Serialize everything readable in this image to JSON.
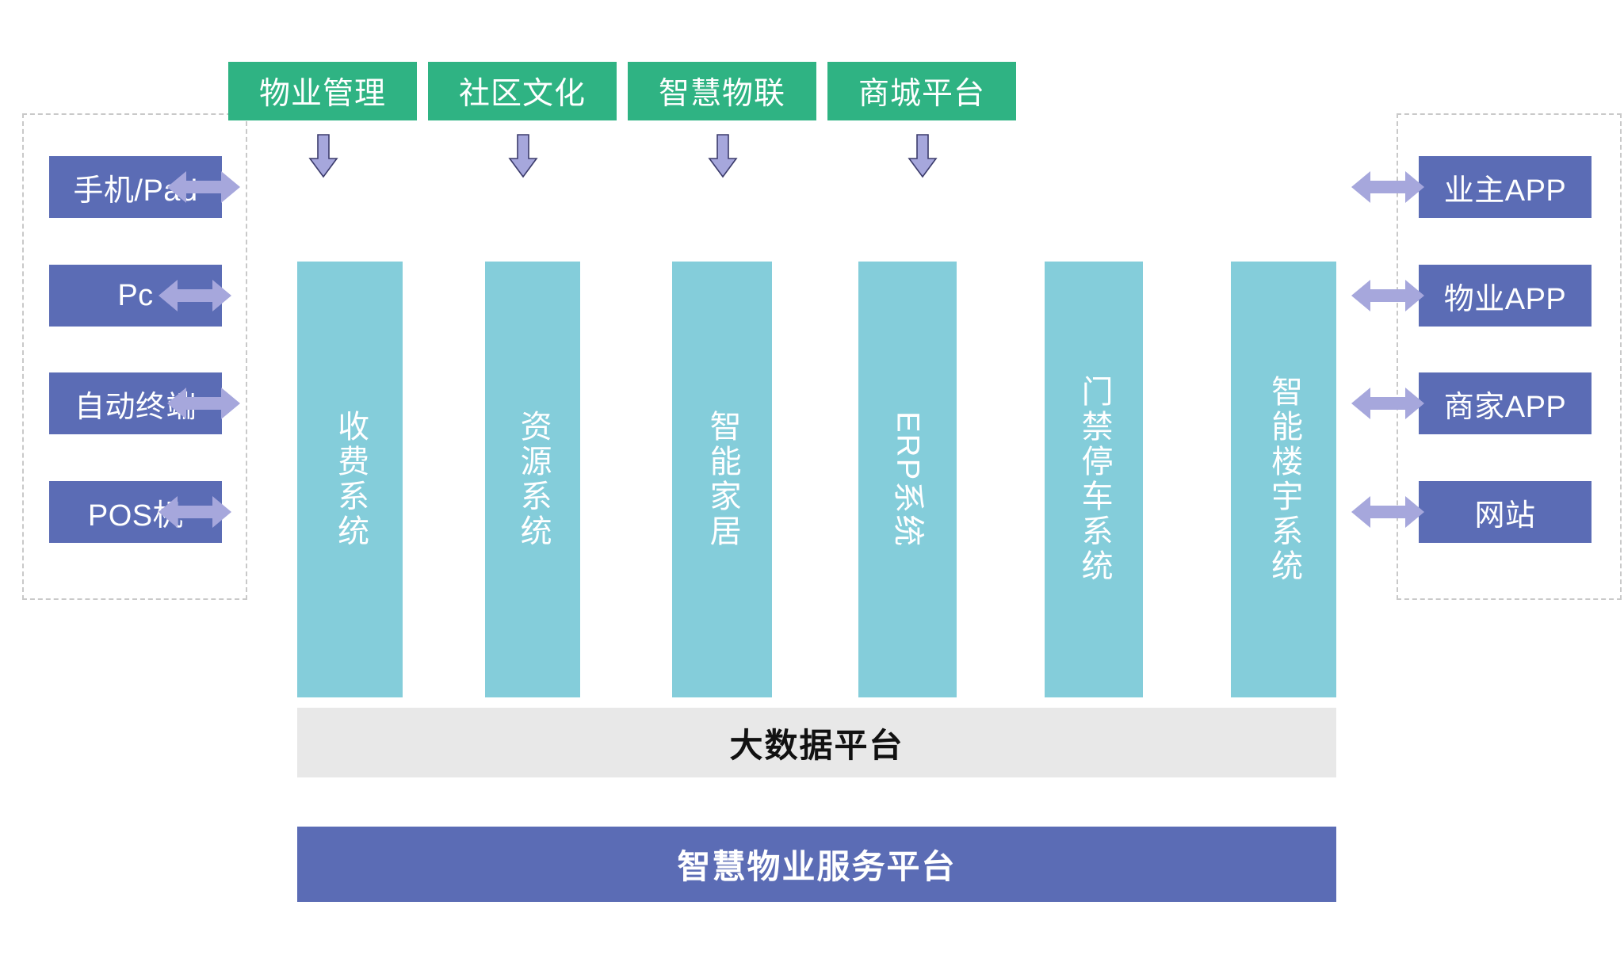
{
  "diagram": {
    "title_bottom": "智慧物业服务平台",
    "data_platform": "大数据平台",
    "colors": {
      "green": "#2fb383",
      "blue": "#5b6cb5",
      "teal": "#84cdda",
      "gray": "#e8e8e8",
      "arrow_fill": "#a6a7dc",
      "arrow_stroke": "#3b3b6b",
      "frame_dash": "#c9c9c9"
    },
    "top_modules": [
      {
        "label": "物业管理"
      },
      {
        "label": "社区文化"
      },
      {
        "label": "智慧物联"
      },
      {
        "label": "商城平台"
      }
    ],
    "left_group": {
      "items": [
        {
          "label": "手机/Pad"
        },
        {
          "label": "Pc"
        },
        {
          "label": "自动终端"
        },
        {
          "label": "POS机"
        }
      ]
    },
    "right_group": {
      "items": [
        {
          "label": "业主APP"
        },
        {
          "label": "物业APP"
        },
        {
          "label": "商家APP"
        },
        {
          "label": "网站"
        }
      ]
    },
    "systems": [
      {
        "label": "收费系统",
        "latin": false
      },
      {
        "label": "资源系统",
        "latin": false
      },
      {
        "label": "智能家居",
        "latin": false
      },
      {
        "label": "ERP系统",
        "latin": true
      },
      {
        "label": "门禁停车系统",
        "latin": false
      },
      {
        "label": "智能楼宇系统",
        "latin": false
      }
    ],
    "icons": {
      "down_arrow": "arrow-down-icon",
      "double_arrow": "arrow-left-right-icon"
    }
  }
}
